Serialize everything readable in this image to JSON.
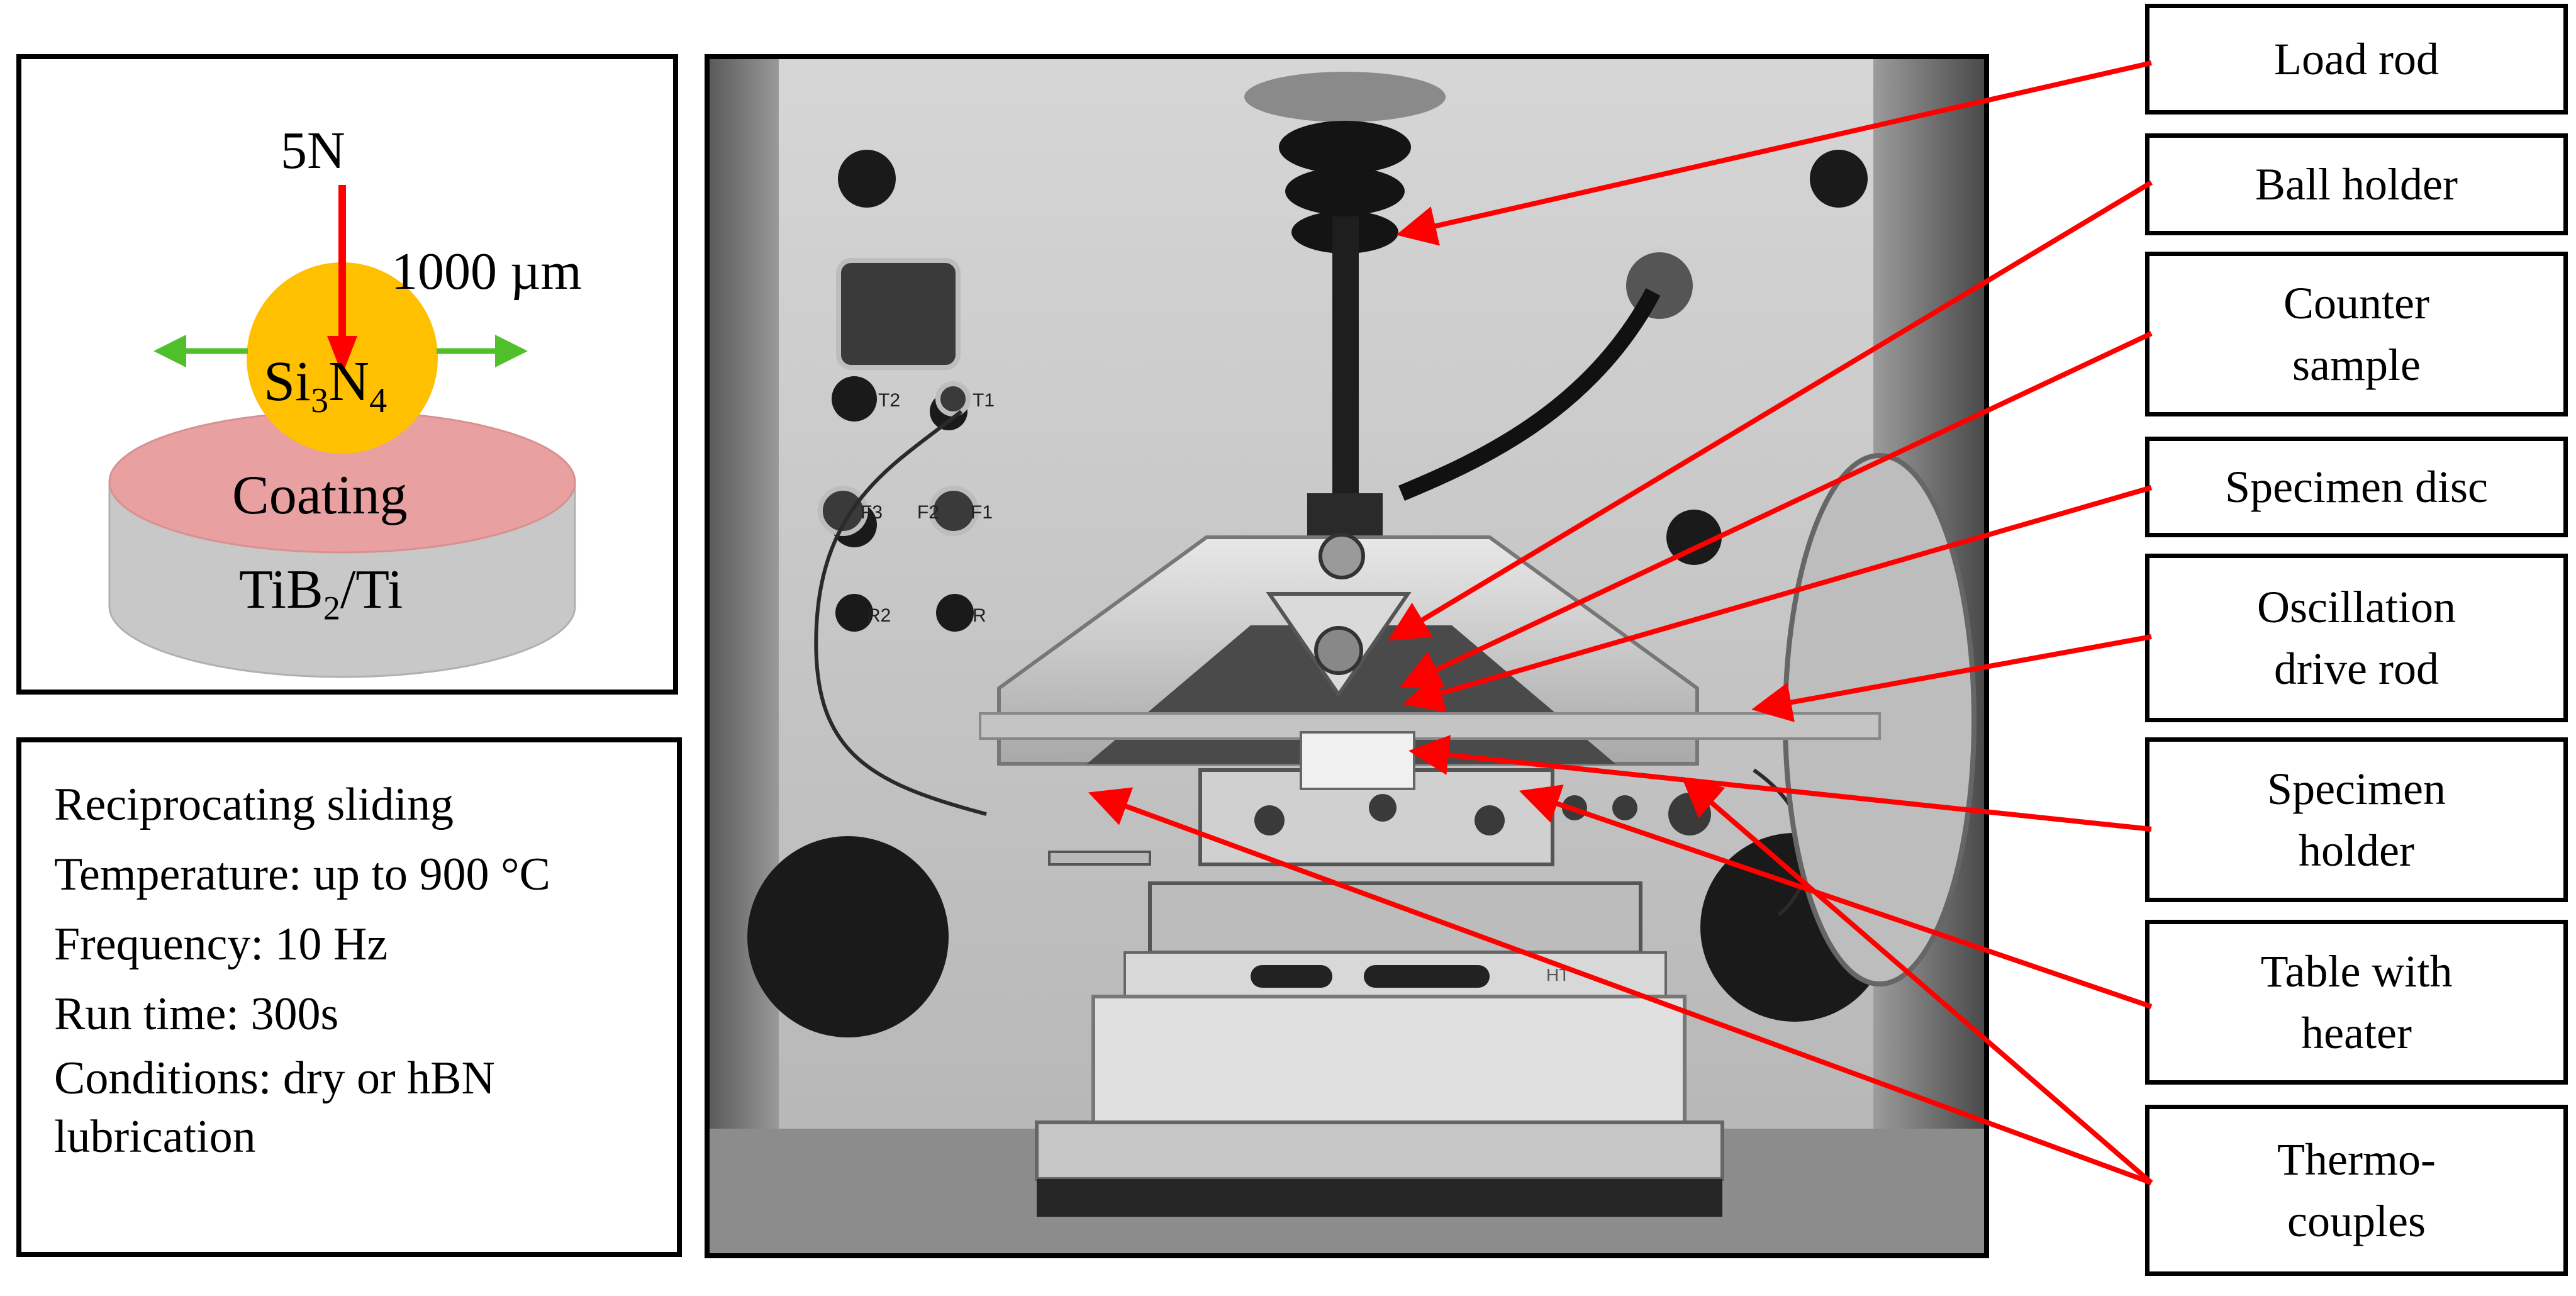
{
  "schematic": {
    "load": "5N",
    "ball_diameter": "1000 µm",
    "ball_material": {
      "el1": "Si",
      "sub1": "3",
      "el2": "N",
      "sub2": "4"
    },
    "coating": "Coating",
    "substrate": {
      "el1": "TiB",
      "sub1": "2",
      "rest": "/Ti"
    },
    "colors": {
      "ball": "#FFC000",
      "coating": "#E8A0A0",
      "disc": "#C8C8C8",
      "force": "#FF0000",
      "motion": "#4FC02A"
    }
  },
  "conditions": [
    "Reciprocating sliding",
    "Temperature:  up to 900  °C",
    "Frequency:  10 Hz",
    "Run time:  300s",
    "Conditions:  dry or hBN lubrication"
  ],
  "photo_marks": {
    "t2": "T2",
    "t1": "T1",
    "f3": "F3",
    "f2": "F2",
    "f1": "F1",
    "r2": "R2",
    "r": "R",
    "ht": "HT"
  },
  "callouts": [
    {
      "label": "Load rod"
    },
    {
      "label": "Ball  holder"
    },
    {
      "label": "Counter\nsample"
    },
    {
      "label": "Specimen disc"
    },
    {
      "label": "Oscillation\ndrive rod"
    },
    {
      "label": "Specimen\nholder"
    },
    {
      "label": "Table  with\nheater"
    },
    {
      "label": "Thermo-\ncouples"
    }
  ],
  "leader_color": "#FF0000"
}
